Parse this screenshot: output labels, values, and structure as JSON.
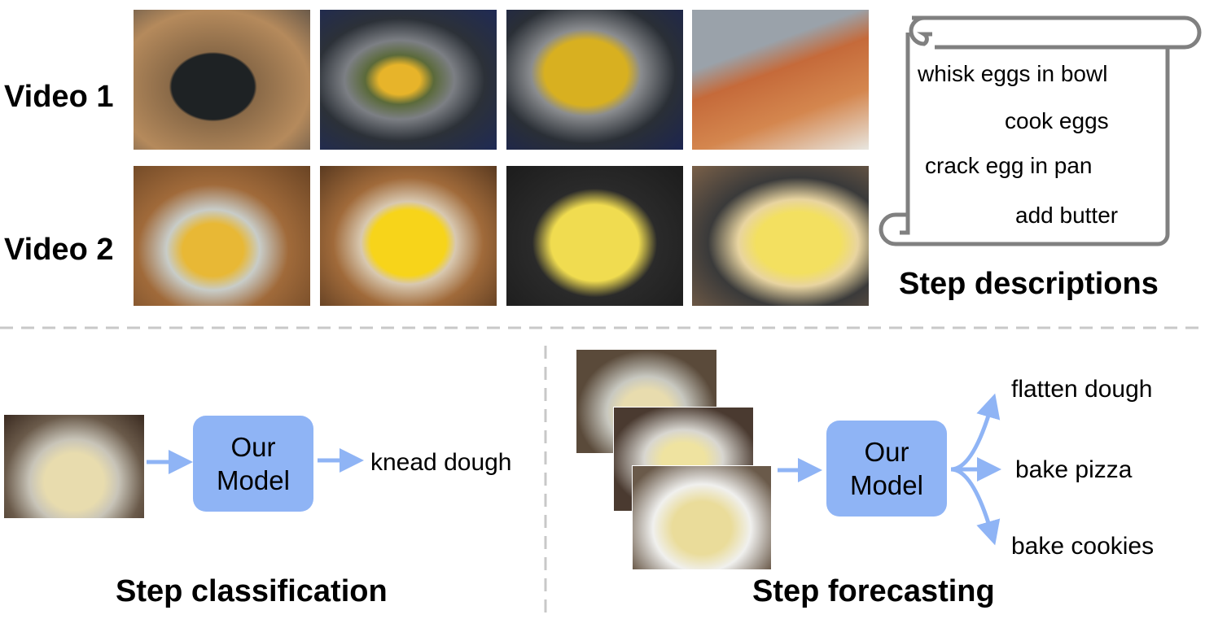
{
  "videos": [
    {
      "label": "Video 1"
    },
    {
      "label": "Video 2"
    }
  ],
  "step_descriptions": {
    "title": "Step descriptions",
    "items": [
      "whisk eggs in bowl",
      "cook eggs",
      "crack egg in pan",
      "add butter"
    ]
  },
  "classification": {
    "title": "Step classification",
    "model_line1": "Our",
    "model_line2": "Model",
    "output": "knead dough"
  },
  "forecasting": {
    "title": "Step forecasting",
    "model_line1": "Our",
    "model_line2": "Model",
    "outputs": [
      "flatten dough",
      "bake pizza",
      "bake cookies"
    ]
  },
  "colors": {
    "model_box": "#8fb4f5",
    "arrow": "#8fb4f5",
    "scroll": "#808080",
    "divider": "#c8c8c8"
  }
}
